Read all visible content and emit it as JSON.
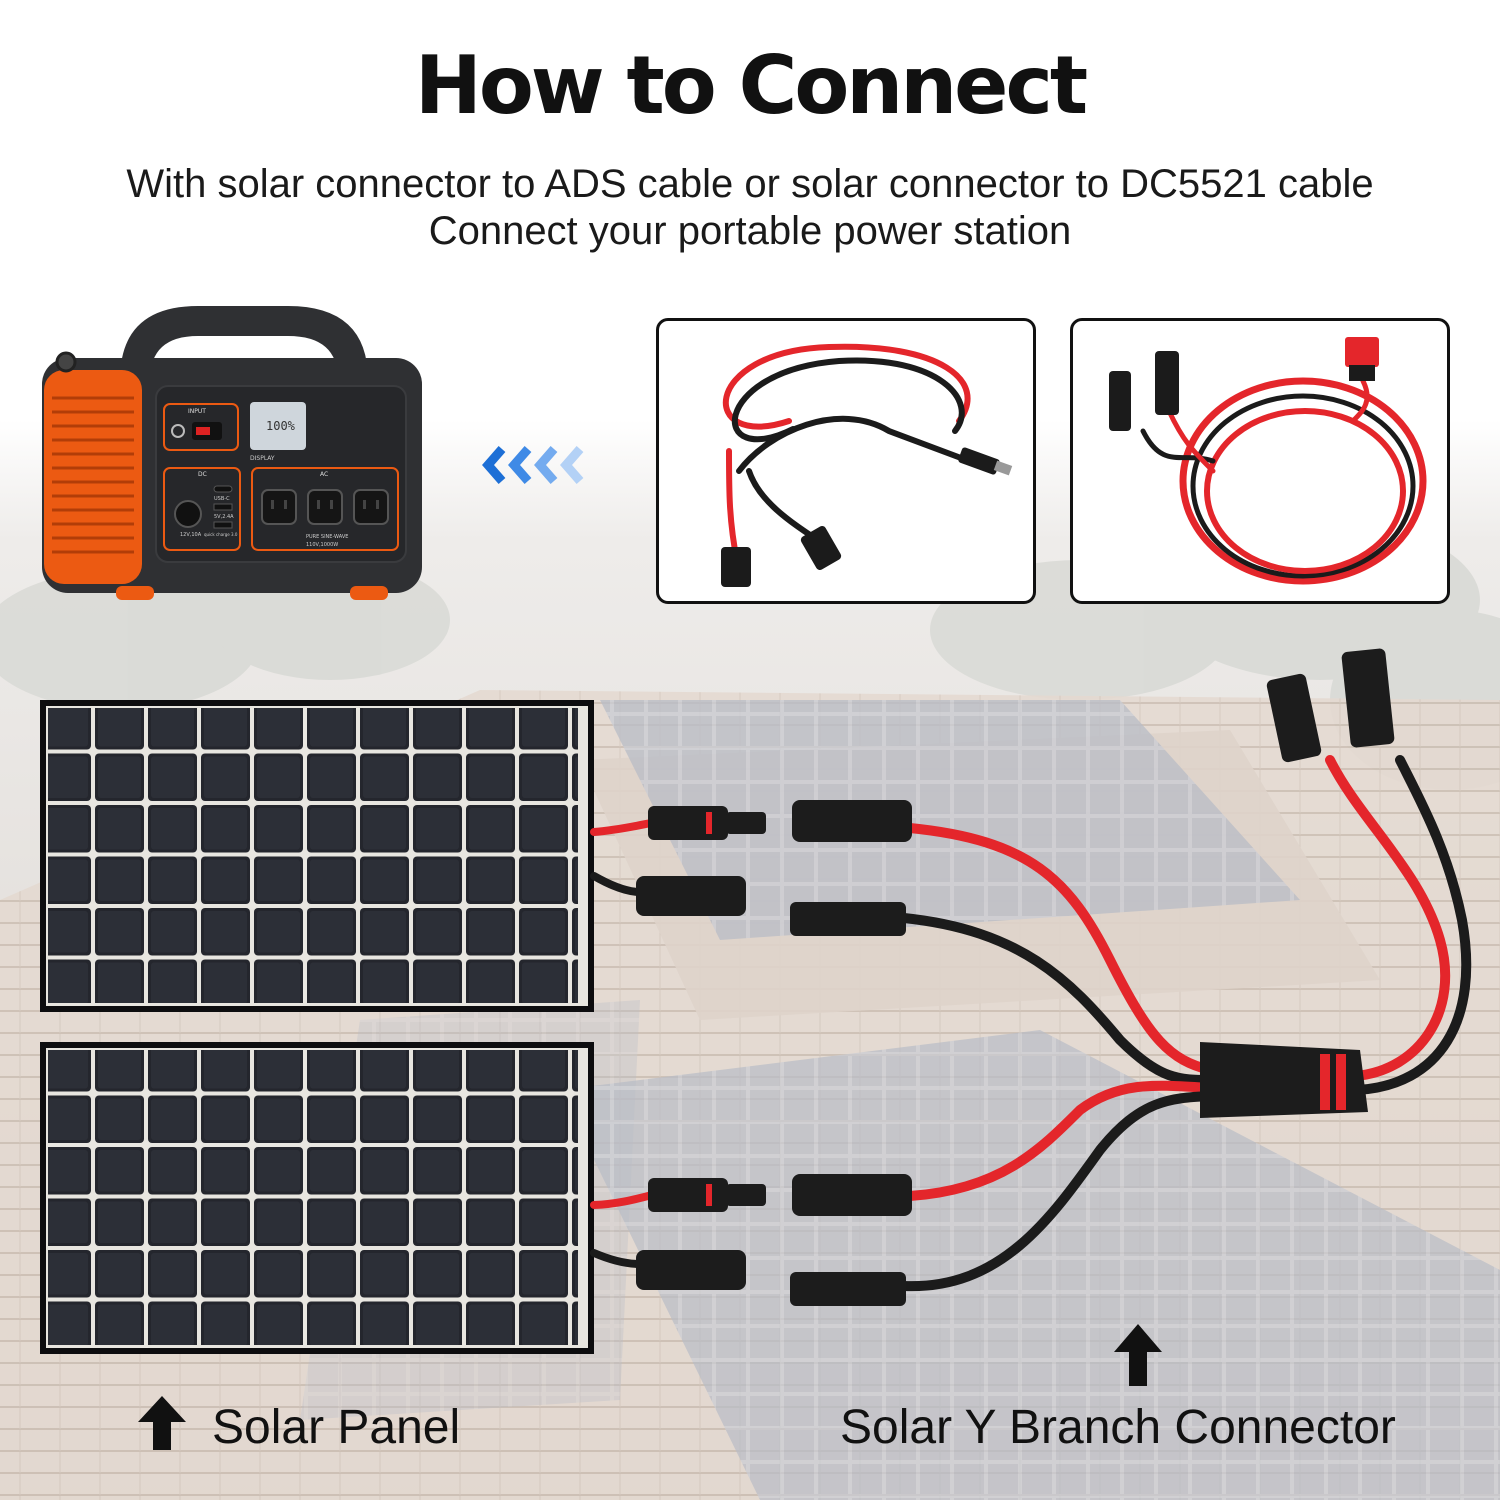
{
  "header": {
    "title": "How to Connect",
    "line1": "With solar connector to ADS cable or solar connector to DC5521 cable",
    "line2": "Connect your portable power station"
  },
  "station": {
    "labels": {
      "input": "INPUT",
      "display": "DISPLAY",
      "dc": "DC",
      "ac": "AC",
      "usbc": "USB-C",
      "usb": "5V,2.4A",
      "qc": "quick charge 3.0",
      "car": "12V,10A",
      "wave": "PURE SINE-WAVE",
      "rating": "110V,1000W"
    },
    "colors": {
      "body": "#2f3033",
      "accent": "#ec5a12"
    }
  },
  "captions": {
    "solar_panel": "Solar Panel",
    "y_branch": "Solar Y Branch Connector"
  },
  "icons": [
    "chevron-left-arrows-icon",
    "up-arrow-icon"
  ],
  "colors": {
    "red_wire": "#e4262b",
    "black_wire": "#1b1b1b",
    "arrow_blue": "#2f86e6"
  }
}
